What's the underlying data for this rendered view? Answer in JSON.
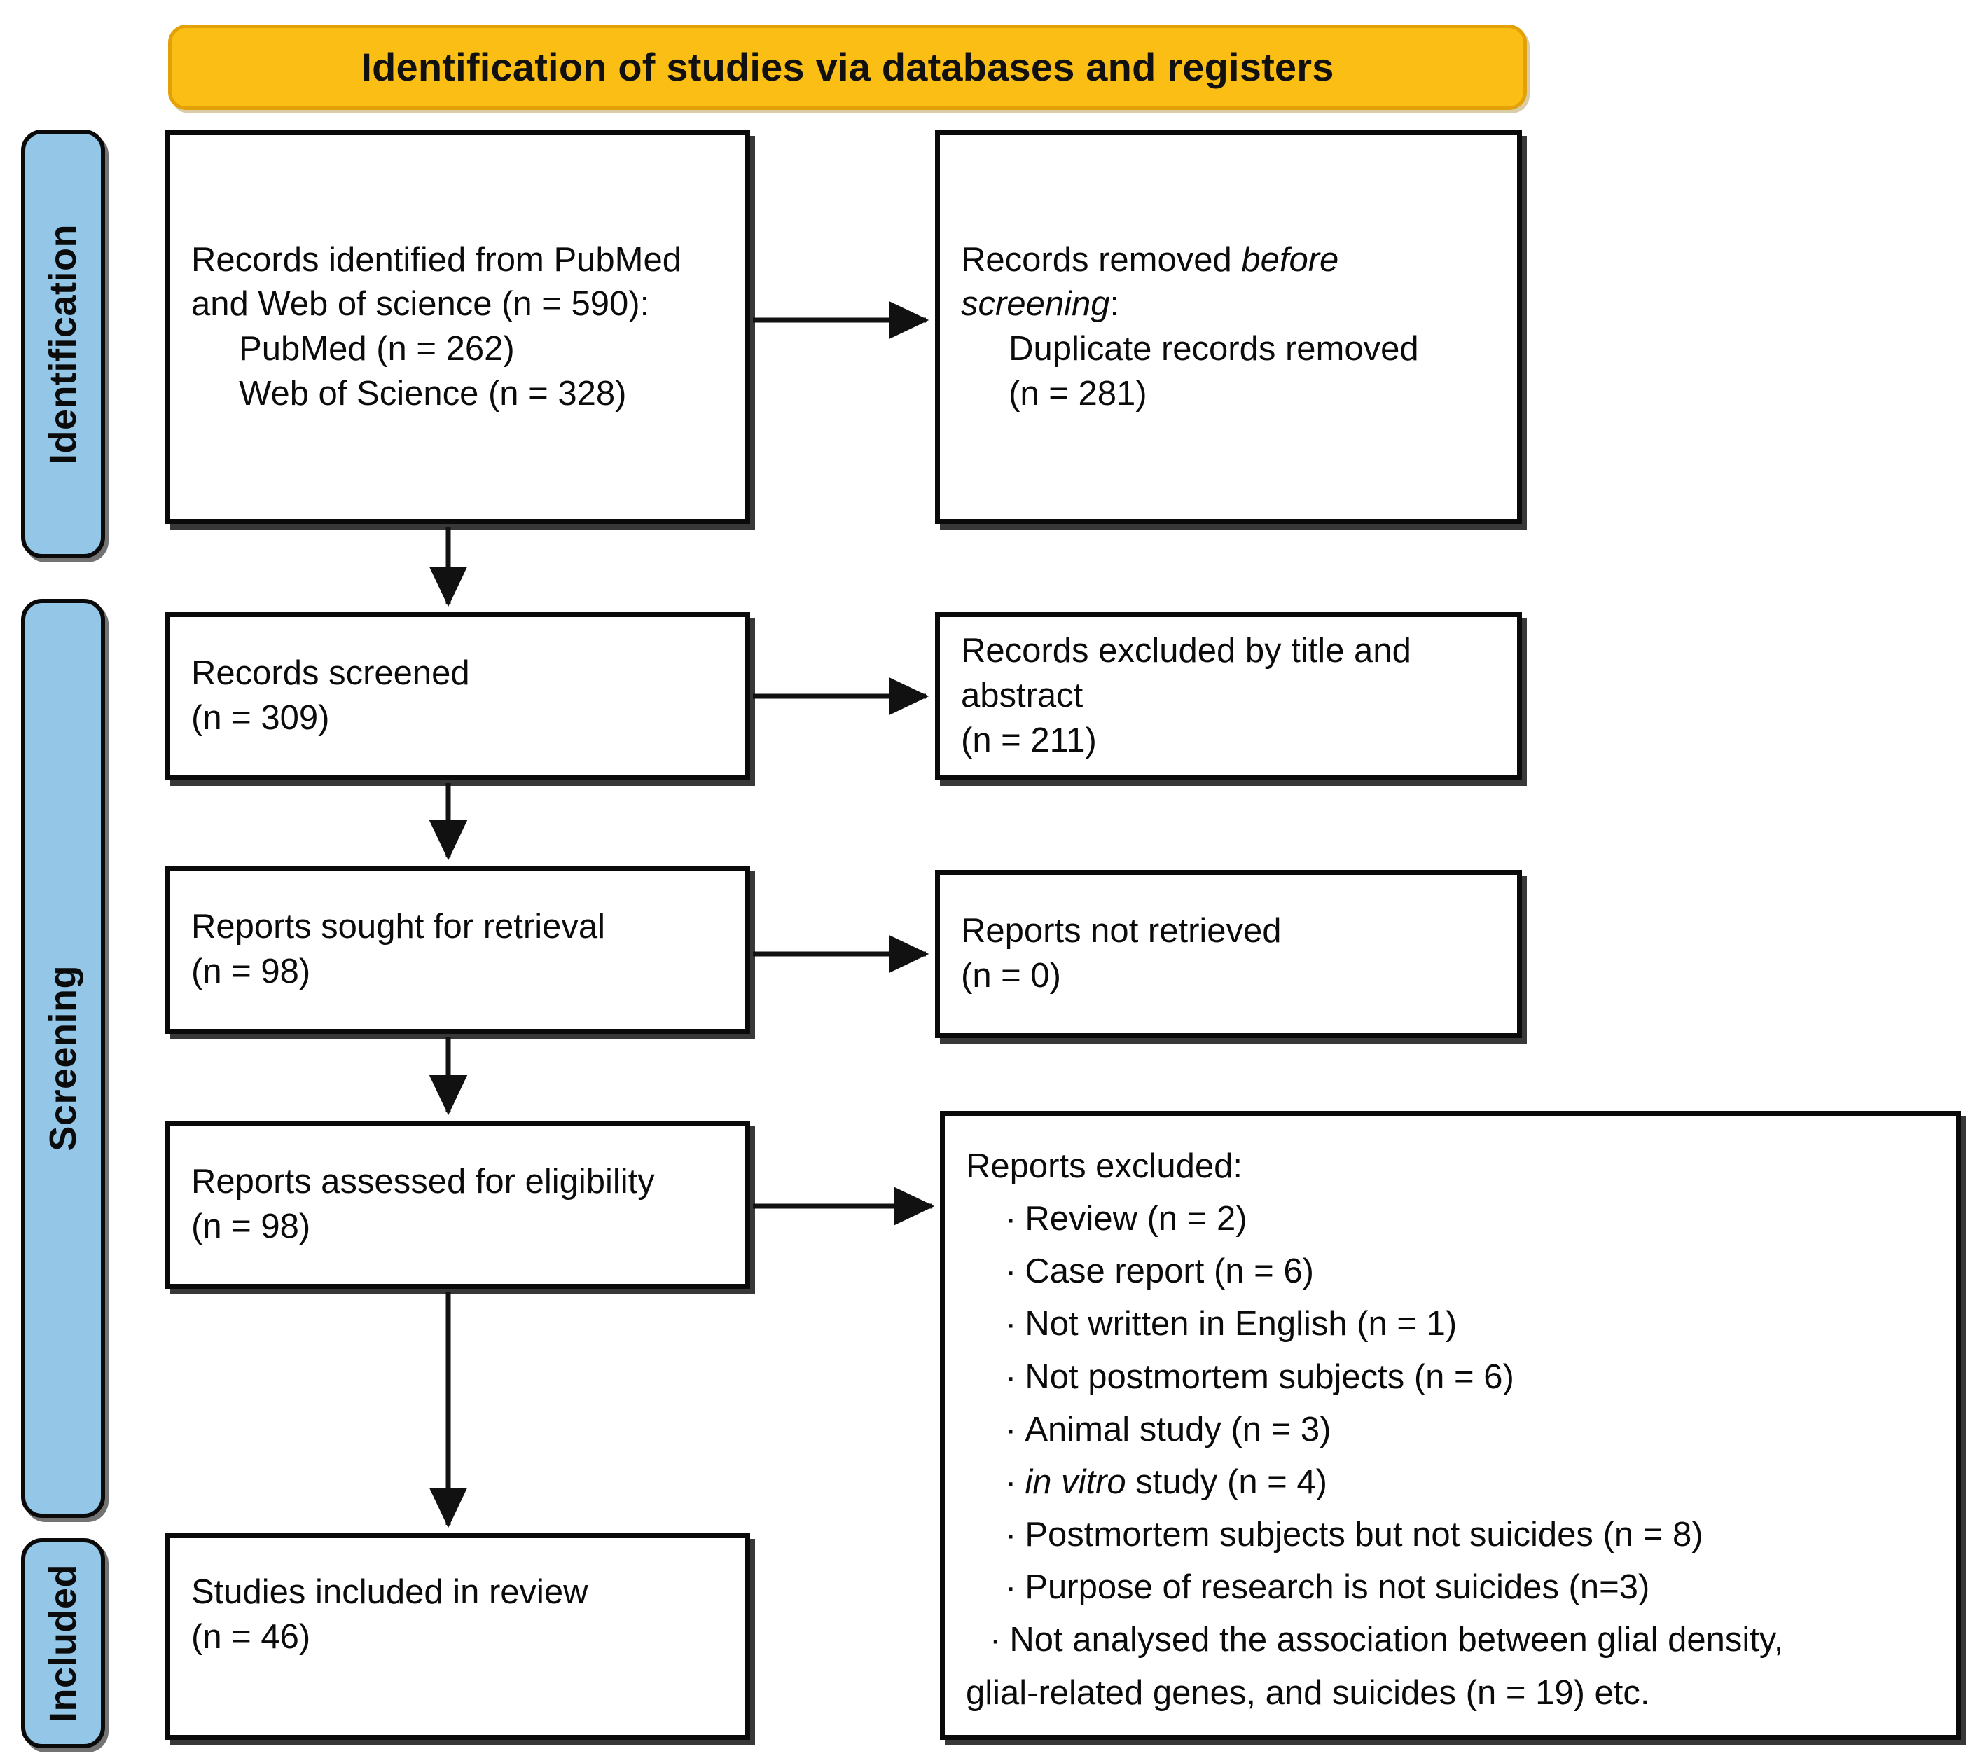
{
  "header": {
    "title": "Identification of studies via databases and registers",
    "bg_color": "#FBBE14"
  },
  "phases": [
    {
      "label": "Identification",
      "color": "#94C6E7"
    },
    {
      "label": "Screening",
      "color": "#94C6E7"
    },
    {
      "label": "Included",
      "color": "#94C6E7"
    }
  ],
  "nodes": {
    "records_identified": {
      "line1": "Records identified from PubMed",
      "line2": "and Web of science (n = 590):",
      "line3": "     PubMed (n = 262)",
      "line4": "     Web of Science (n = 328)"
    },
    "records_removed": {
      "line1_plain": "Records removed ",
      "line1_italic": "before",
      "line2_italic": "screening",
      "line2_plain": ":",
      "line3": "     Duplicate records removed",
      "line4": "     (n = 281)"
    },
    "records_screened": {
      "line1": "Records screened",
      "line2": "(n = 309)"
    },
    "records_excluded": {
      "line1": "Records excluded by title and",
      "line2": "abstract",
      "line3": "(n = 211)"
    },
    "reports_sought": {
      "line1": "Reports sought for retrieval",
      "line2": "(n = 98)"
    },
    "reports_not_retrieved": {
      "line1": "Reports not retrieved",
      "line2": "(n = 0)"
    },
    "reports_assessed": {
      "line1": "Reports assessed for eligibility",
      "line2": "(n = 98)"
    },
    "reports_excluded": {
      "heading": "Reports excluded:",
      "bullet": "·",
      "items": [
        {
          "text": "Review (n = 2)"
        },
        {
          "text": "Case report (n = 6)"
        },
        {
          "text": "Not written in English (n = 1)"
        },
        {
          "text": "Not postmortem subjects (n = 6)"
        },
        {
          "text": "Animal study (n = 3)"
        },
        {
          "italic": "in vitro",
          "text": " study (n = 4)"
        },
        {
          "text": "Postmortem subjects but not suicides (n = 8)"
        },
        {
          "text": "Purpose of research is not suicides (n=3)"
        },
        {
          "text": "Not analysed the association between glial density,"
        }
      ],
      "wrap_line": "glial-related genes, and suicides (n = 19) etc."
    },
    "studies_included": {
      "line1": "Studies included in review",
      "line2": "(n = 46)"
    }
  }
}
